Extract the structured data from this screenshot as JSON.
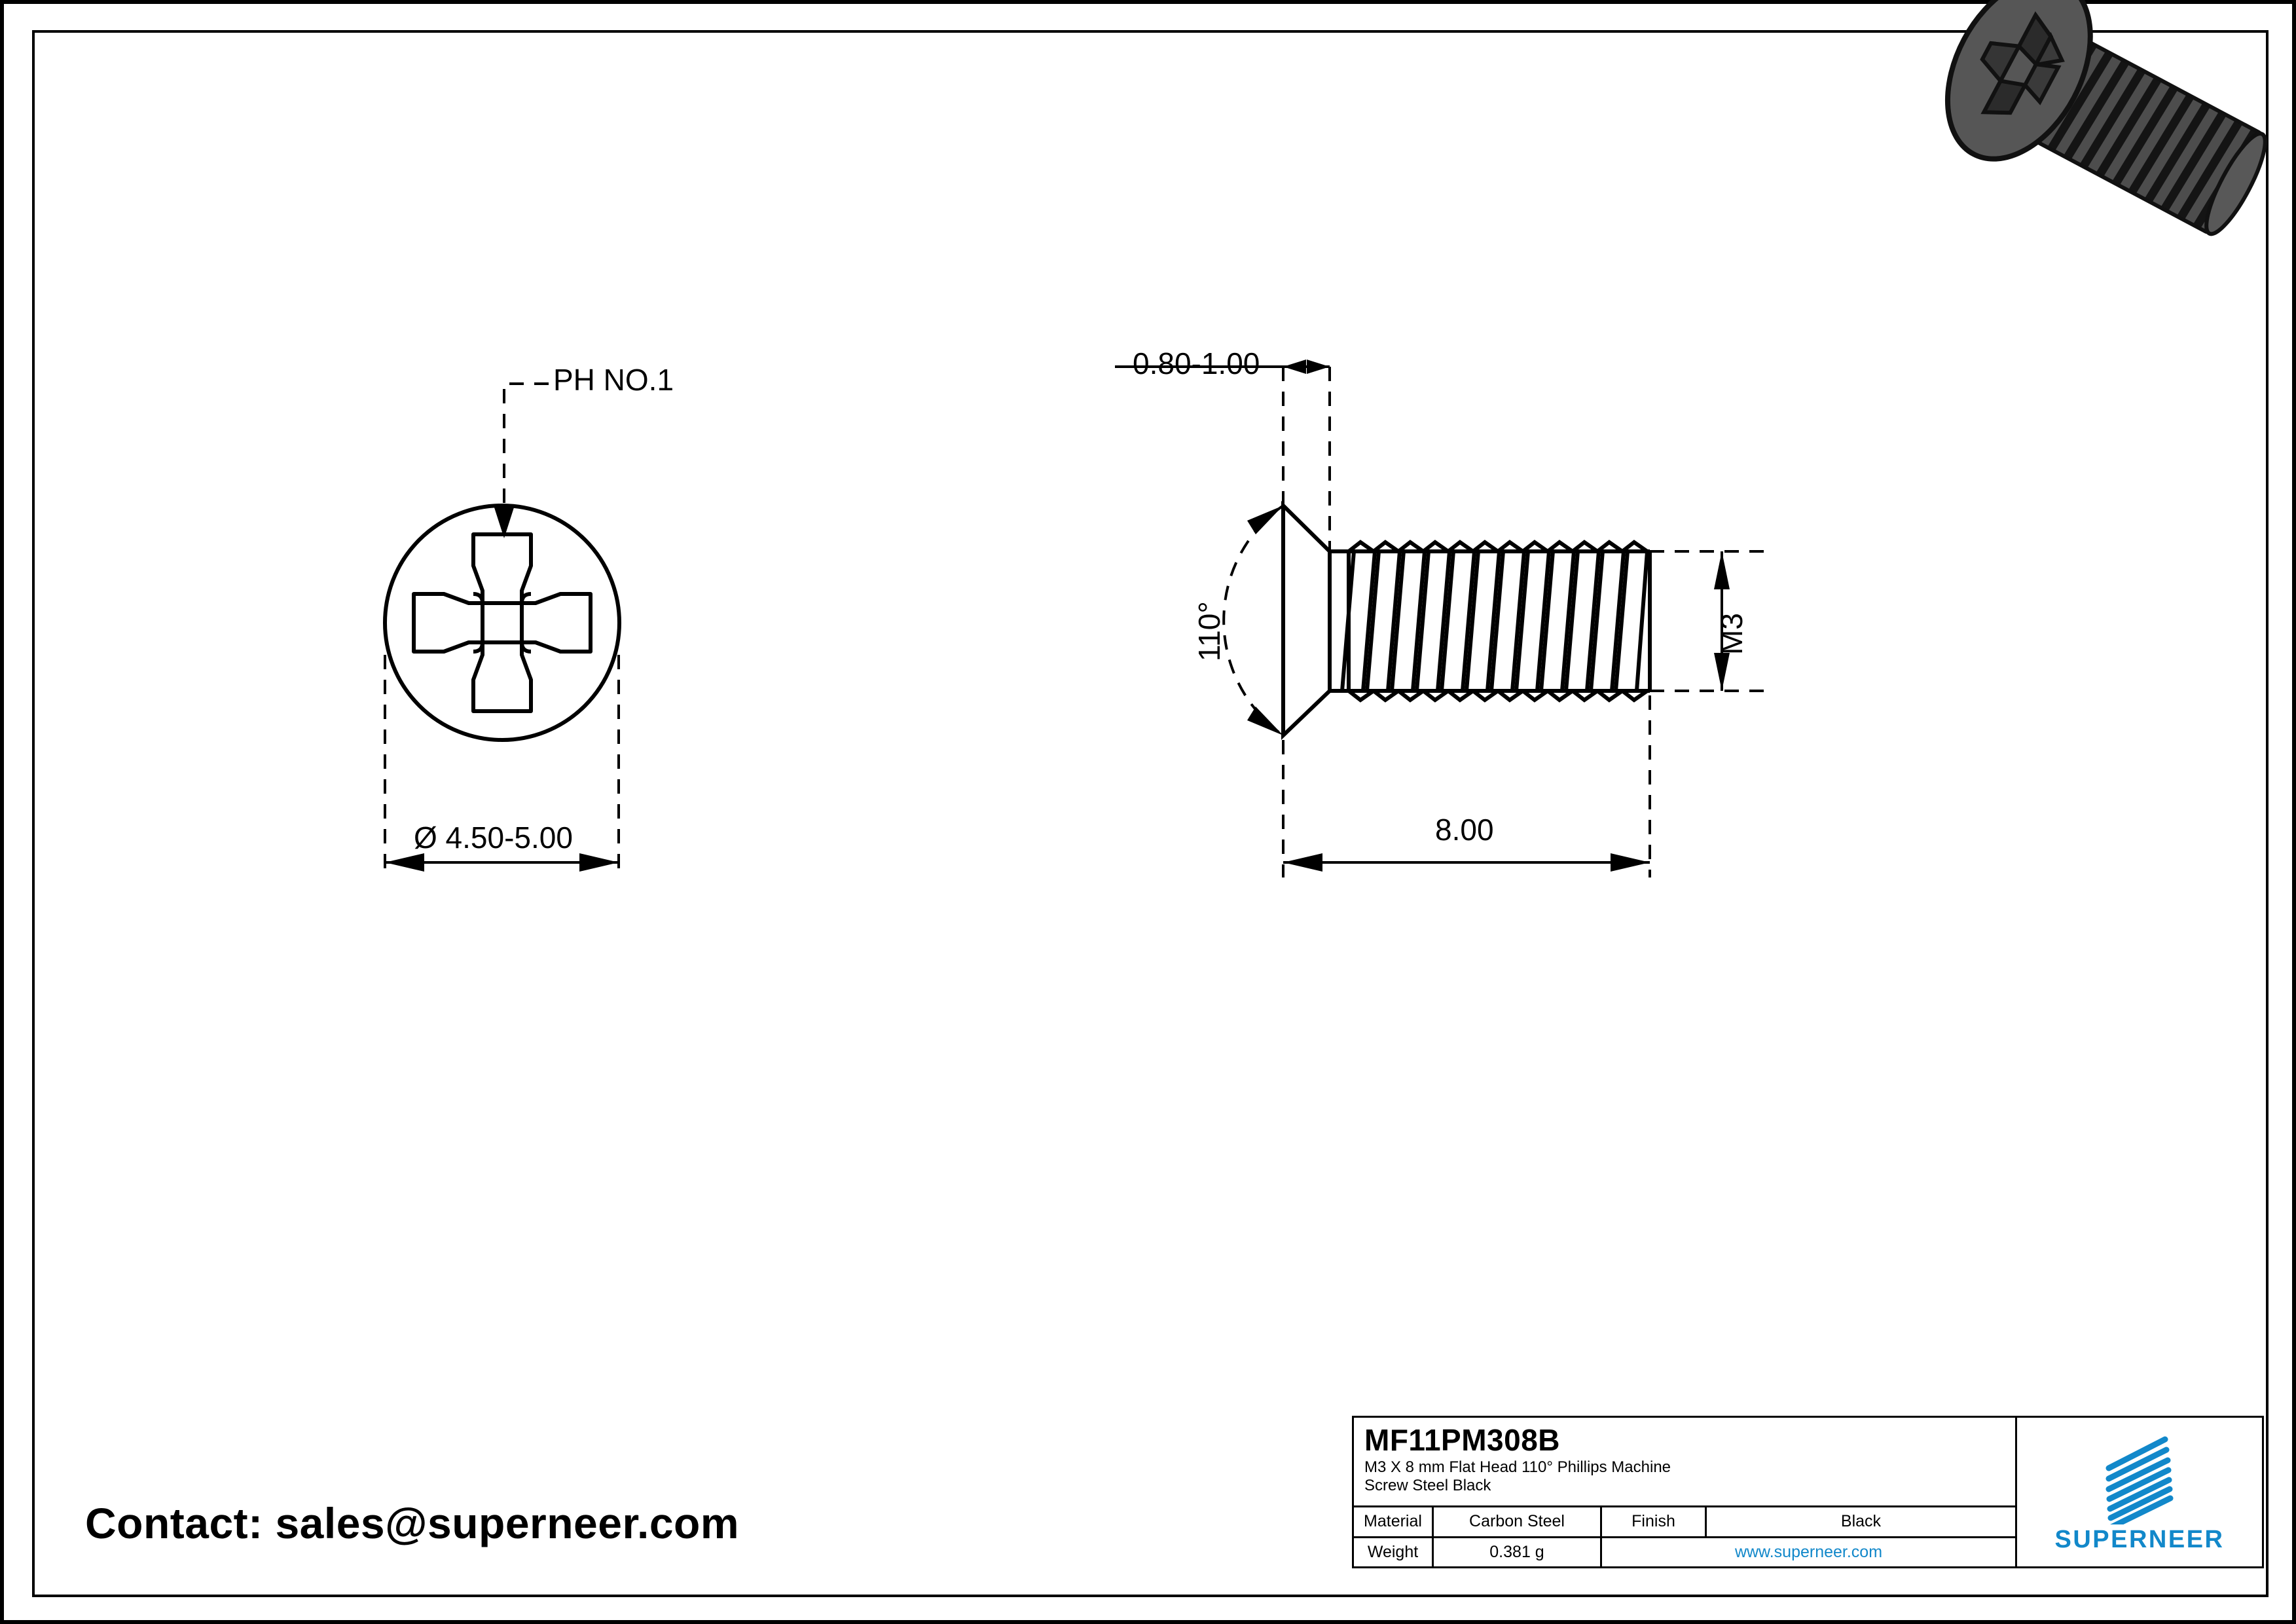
{
  "drawing": {
    "contact_text": "Contact: sales@superneer.com",
    "views": {
      "top_view": {
        "callout_label": "PH NO.1",
        "diameter_dim": "Ø 4.50-5.00",
        "recess_type": "phillips-cross-recess"
      },
      "side_view": {
        "head_height_dim": "0.80-1.00",
        "head_angle_dim": "110°",
        "thread_size_dim": "M3",
        "length_dim": "8.00"
      },
      "iso_view": {
        "render_name": "flat-head-phillips-screw-3d",
        "body_color": "#4d4d4d",
        "outline_color": "#111111"
      }
    }
  },
  "title_block": {
    "part_number": "MF11PM308B",
    "description_line1": "M3 X 8 mm  Flat Head 110° Phillips Machine",
    "description_line2": "Screw Steel Black",
    "rows": [
      {
        "label": "Material",
        "value": "Carbon Steel",
        "label2": "Finish",
        "value2": "Black"
      },
      {
        "label": "Weight",
        "value": "0.381 g",
        "website": "www.superneer.com"
      }
    ],
    "brand": {
      "name": "SUPERNEER",
      "color": "#1288ca",
      "mark_name": "superneer-stripes-logo"
    }
  }
}
